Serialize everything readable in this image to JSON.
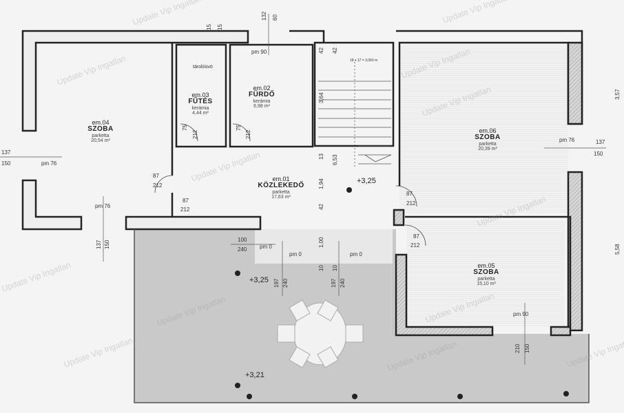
{
  "watermark": "Update Vip Ingatlan",
  "rooms": [
    {
      "num": "em.01",
      "name": "KÖZLEKEDŐ",
      "floor": "parketta",
      "area": "17,63 m²"
    },
    {
      "num": "em.02",
      "name": "FÜRDŐ",
      "floor": "kerámia",
      "area": "6,98 m²"
    },
    {
      "num": "em.03",
      "name": "FŰTÉS",
      "floor": "kerámia",
      "area": "4,44 m²"
    },
    {
      "num": "em.04",
      "name": "SZOBA",
      "floor": "parketta",
      "area": "20,54 m²"
    },
    {
      "num": "em.05",
      "name": "SZOBA",
      "floor": "parketta",
      "area": "15,10 m²"
    },
    {
      "num": "em.06",
      "name": "SZOBA",
      "floor": "parketta",
      "area": "20,39 m²"
    }
  ],
  "labels": {
    "tarolo": "tárolóüvö",
    "stair_note": "18 x 17 = 3,060 m",
    "levels": [
      "+3,25",
      "+3,25",
      "+3,21"
    ],
    "dims": [
      "pm 90",
      "pm 76",
      "pm 76",
      "pm 90",
      "pm 76",
      "pm 0",
      "pm 0",
      "pm 0",
      "137",
      "150",
      "137",
      "150",
      "137",
      "150",
      "100",
      "240",
      "87",
      "212",
      "87",
      "212",
      "87",
      "212",
      "87",
      "212",
      "75",
      "212",
      "75",
      "212",
      "197",
      "240",
      "197",
      "240",
      "42",
      "42",
      "3,64",
      "13",
      "6,53",
      "1,94",
      "42",
      "1,00",
      "10",
      "10",
      "3,57",
      "5,58",
      "15",
      "15",
      "132",
      "60",
      "210",
      "150"
    ]
  },
  "colors": {
    "terrace": "#c9c9c9",
    "wall": "#222222",
    "hatch": "#bdbdbd",
    "paper": "#f4f4f4"
  }
}
